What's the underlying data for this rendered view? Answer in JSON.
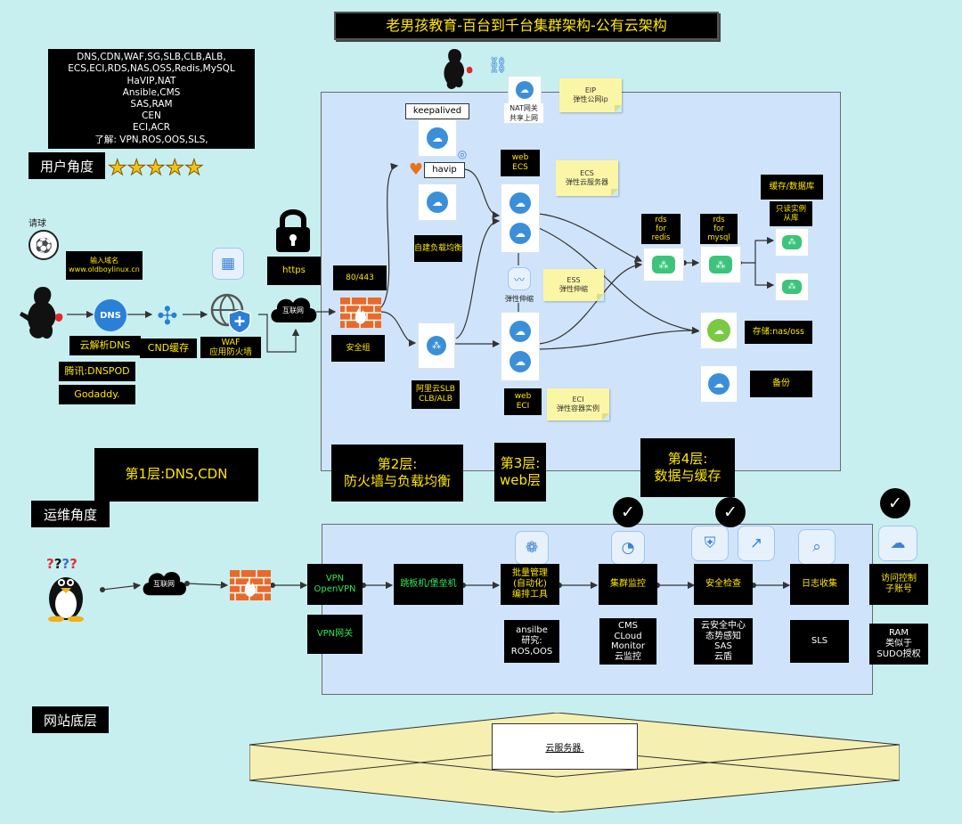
{
  "title": "老男孩教育-百台到千台集群架构-公有云架构",
  "services_list": [
    "DNS,CDN,WAF,SG,SLB,CLB,ALB,",
    "ECS,ECI,RDS,NAS,OSS,Redis,MySQL",
    "HaVIP,NAT",
    "Ansible,CMS",
    "SAS,RAM",
    "CEN",
    "ECI,ACR",
    "了解: VPN,ROS,OOS,SLS,"
  ],
  "user_perspective": "用户角度",
  "user_stars": 5,
  "ops_perspective": "运维角度",
  "site_base": "网站底层",
  "ball_label": "请球",
  "input_domain": [
    "输入域名",
    "www.oldboylinux.cn"
  ],
  "dns_label": "云解析DNS",
  "dns_providers": [
    "腾讯:DNSPOD",
    "Godaddy."
  ],
  "cdn_label": "CND缓存",
  "waf_label": [
    "WAF",
    "应用防火墙"
  ],
  "https_label": "https",
  "internet_label": "互联网",
  "port_label": "80/443",
  "sg_label": "安全组",
  "keepalived_label": "keepalived",
  "havip_label": "havip",
  "self_lb_label": "自建负载均衡",
  "slb_label": [
    "阿里云SLB",
    "CLB/ALB"
  ],
  "nat_label": [
    "NAT网关",
    "共享上网"
  ],
  "eip_note": [
    "EIP",
    "弹性公网ip"
  ],
  "web_ecs": [
    "web",
    "ECS"
  ],
  "ecs_note": [
    "ECS",
    "弹性云服务器"
  ],
  "scaling_label": "弹性伸缩",
  "ess_note": [
    "ESS",
    "弹性伸缩"
  ],
  "web_eci": [
    "web",
    "ECI"
  ],
  "eci_note": [
    "ECI",
    "弹性容器实例"
  ],
  "cache_db": "缓存/数据库",
  "rds_redis": [
    "rds",
    "for",
    "redis"
  ],
  "rds_mysql": [
    "rds",
    "for",
    "mysql"
  ],
  "readonly": [
    "只读实例",
    "从库"
  ],
  "storage": "存储:nas/oss",
  "backup": "备份",
  "layers": {
    "l1": "第1层:DNS,CDN",
    "l2": [
      "第2层:",
      "防火墙与负载均衡"
    ],
    "l3": [
      "第3层:",
      "web层"
    ],
    "l4": [
      "第4层:",
      "数据与缓存"
    ]
  },
  "ops": {
    "internet": "互联网",
    "vpn": [
      "VPN",
      "OpenVPN"
    ],
    "vpn_gw": "VPN网关",
    "jump": "跳板机/堡垒机",
    "batch": [
      "批量管理",
      "(自动化)",
      "编排工具"
    ],
    "batch_tools": [
      "ansilbe",
      "研究:",
      "ROS,OOS"
    ],
    "monitor": "集群监控",
    "monitor_tools": [
      "CMS",
      "CLoud",
      "Monitor",
      "云监控"
    ],
    "security": "安全检查",
    "security_tools": [
      "云安全中心",
      "态势感知",
      "SAS",
      "云盾"
    ],
    "logs": "日志收集",
    "logs_tools": "SLS",
    "access": [
      "访问控制",
      "子账号"
    ],
    "access_tools": [
      "RAM",
      "类似于",
      "SUDO授权"
    ]
  },
  "cloud_server": "云服务器."
}
